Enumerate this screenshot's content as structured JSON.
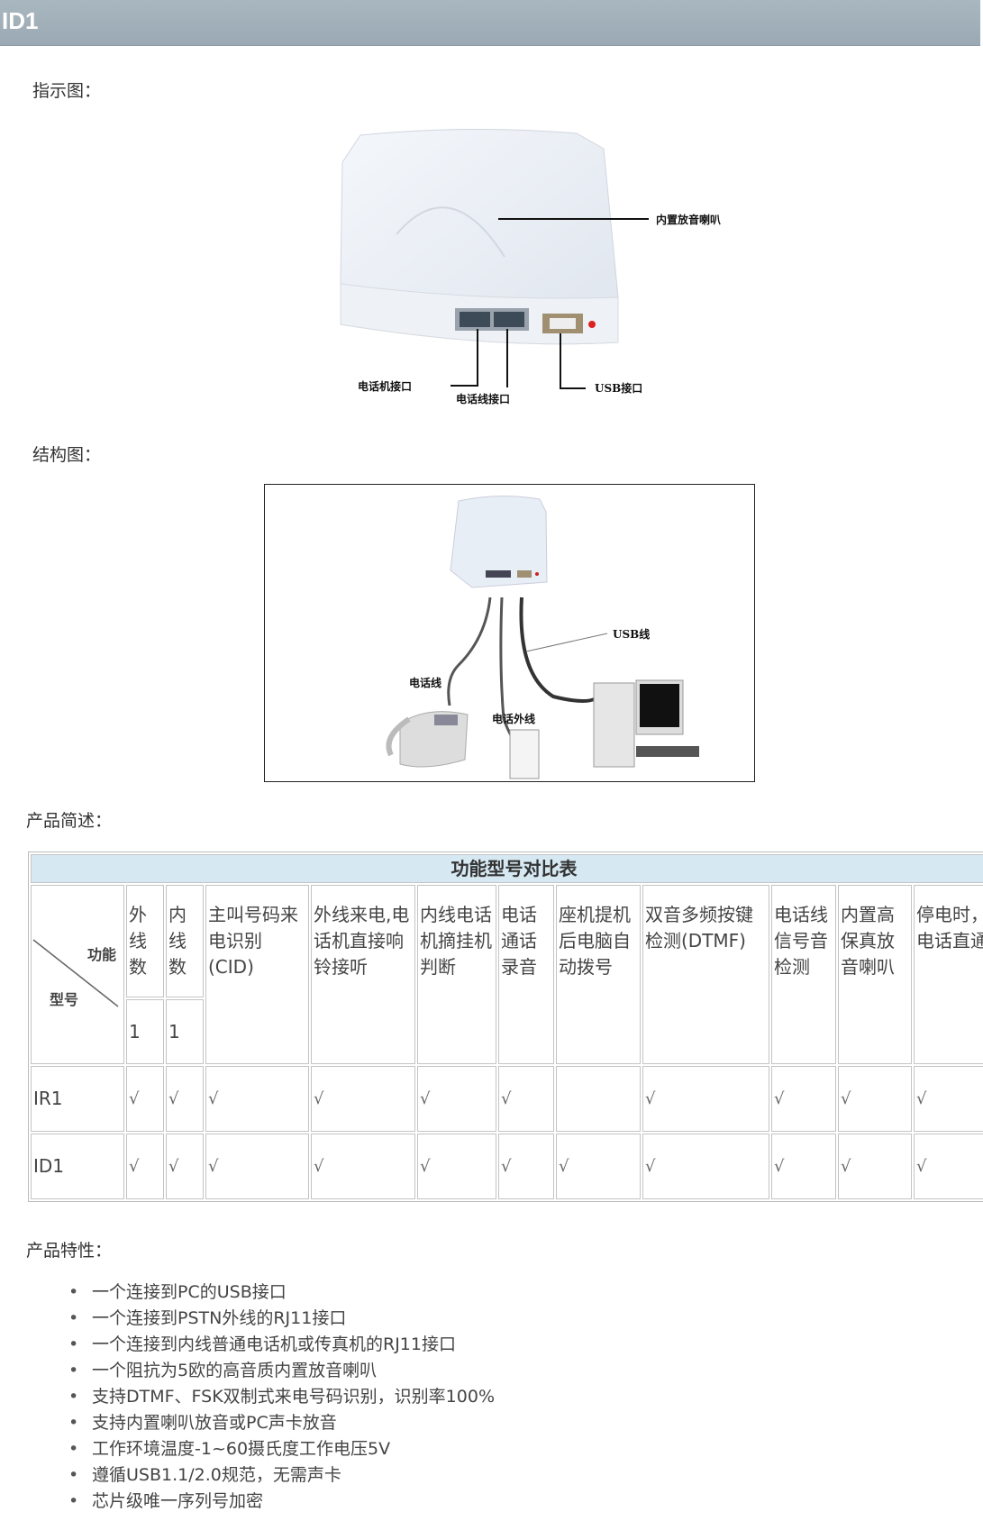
{
  "header": {
    "title": "ID1"
  },
  "sections": {
    "indicator": "指示图：",
    "structure": "结构图：",
    "description": "产品简述：",
    "features": "产品特性："
  },
  "photo_labels": {
    "speaker": "内置放音喇叭",
    "phone_port": "电话机接口",
    "line_port": "电话线接口",
    "usb_port": "USB接口"
  },
  "diagram_labels": {
    "usb_cable": "USB线",
    "phone_cable": "电话线",
    "outside_line": "电话外线"
  },
  "table": {
    "title": "功能型号对比表",
    "corner_function": "功能",
    "corner_model": "型号",
    "columns": [
      "外线数",
      "内线数",
      "主叫号码来电识别(CID)",
      "外线来电,电话机直接响铃接听",
      "内线电话机摘挂机判断",
      "电话通话录音",
      "座机提机后电脑自动拨号",
      "双音多频按键检测(DTMF)",
      "电话线信号音检测",
      "内置高保真放音喇叭",
      "停电时，电话直通"
    ],
    "line_counts": [
      "1",
      "1"
    ],
    "rows": [
      {
        "model": "IR1",
        "cells": [
          "√",
          "√",
          "√",
          "√",
          "√",
          "√",
          "",
          "√",
          "√",
          "√",
          "√"
        ]
      },
      {
        "model": "ID1",
        "cells": [
          "√",
          "√",
          "√",
          "√",
          "√",
          "√",
          "√",
          "√",
          "√",
          "√",
          "√"
        ]
      }
    ]
  },
  "features": [
    "一个连接到PC的USB接口",
    "一个连接到PSTN外线的RJ11接口",
    "一个连接到内线普通电话机或传真机的RJ11接口",
    "一个阻抗为5欧的高音质内置放音喇叭",
    "支持DTMF、FSK双制式来电号码识别，识别率100%",
    "支持内置喇叭放音或PC声卡放音",
    "工作环境温度-1~60摄氏度工作电压5V",
    "遵循USB1.1/2.0规范，无需声卡",
    "芯片级唯一序列号加密"
  ]
}
